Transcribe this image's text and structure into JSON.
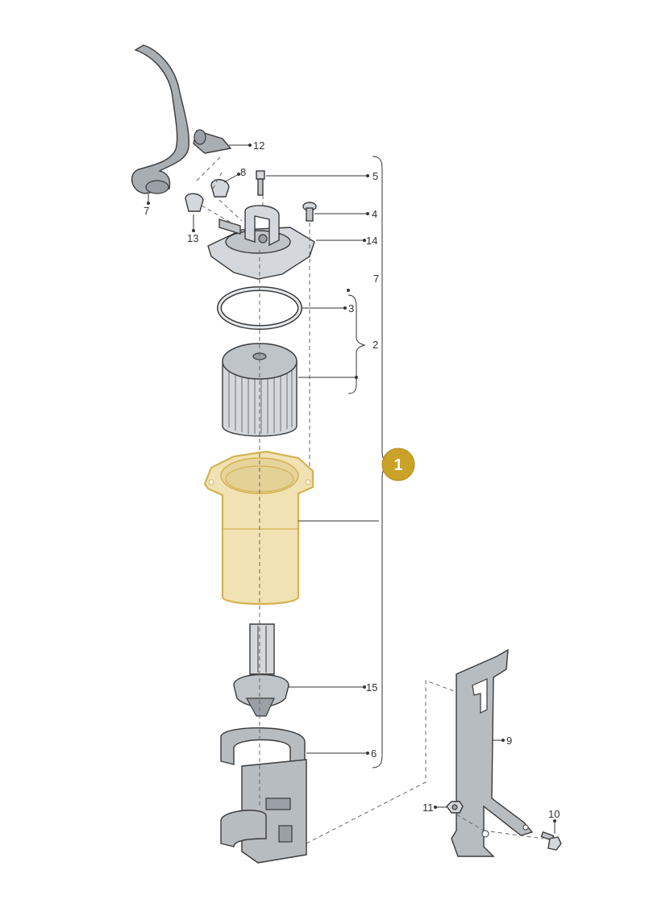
{
  "badge": {
    "text": "1",
    "color": "#c9a227",
    "text_color": "#ffffff"
  },
  "labels": {
    "l12": "12",
    "l8": "8",
    "l5": "5",
    "l7a": "7",
    "l4": "4",
    "l13": "13",
    "l14": "14",
    "l7b": "7",
    "l3": "3",
    "l2": "2",
    "l15": "15",
    "l6": "6",
    "l9": "9",
    "l11": "11",
    "l10": "10"
  },
  "colors": {
    "highlight_fill": "#f0e2b3",
    "highlight_stroke": "#d4b254",
    "part": "#d4d8dc",
    "line": "#333333"
  }
}
